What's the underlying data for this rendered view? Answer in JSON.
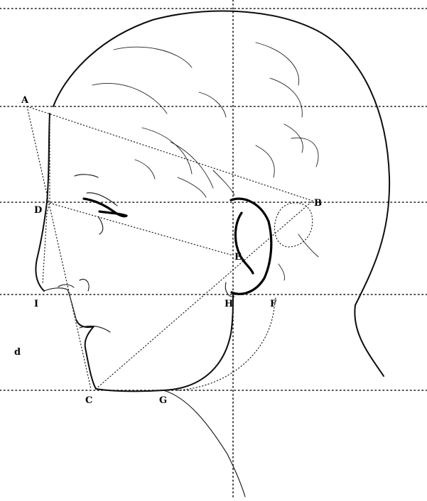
{
  "labels": {
    "A": "A",
    "B": "B",
    "C": "C",
    "D": "D",
    "E": "E",
    "F": "F",
    "G": "G",
    "H": "H",
    "I": "I",
    "stray_mark": "d"
  }
}
